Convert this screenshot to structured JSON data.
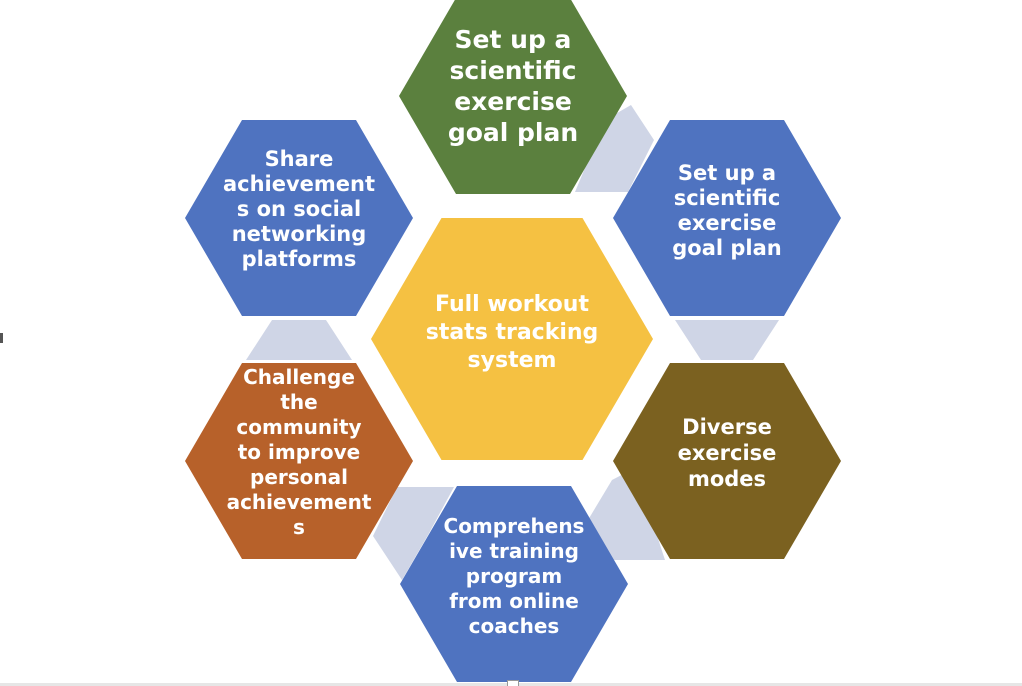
{
  "center": {
    "lines": [
      "Full workout",
      "stats tracking",
      "system"
    ],
    "color": "#f5c142"
  },
  "nodes": [
    {
      "id": "top",
      "lines": [
        "Set up a",
        "scientific",
        "exercise",
        "goal plan"
      ],
      "color": "#5b803e"
    },
    {
      "id": "upper-right",
      "lines": [
        "Set up a",
        "scientific",
        "exercise",
        "goal plan"
      ],
      "color": "#4f73c0"
    },
    {
      "id": "lower-right",
      "lines": [
        "Diverse",
        "exercise",
        "modes"
      ],
      "color": "#7b6120"
    },
    {
      "id": "bottom",
      "lines": [
        "Comprehens",
        "ive training",
        "program",
        "from online",
        "coaches"
      ],
      "color": "#4f73c0"
    },
    {
      "id": "lower-left",
      "lines": [
        "Challenge",
        "the",
        "community",
        "to improve",
        "personal",
        "achievement",
        "s"
      ],
      "color": "#b7612a"
    },
    {
      "id": "upper-left",
      "lines": [
        "Share",
        "achievement",
        "s on social",
        "networking",
        "platforms"
      ],
      "color": "#4f73c0"
    }
  ],
  "connector_color": "#cfd5e6"
}
